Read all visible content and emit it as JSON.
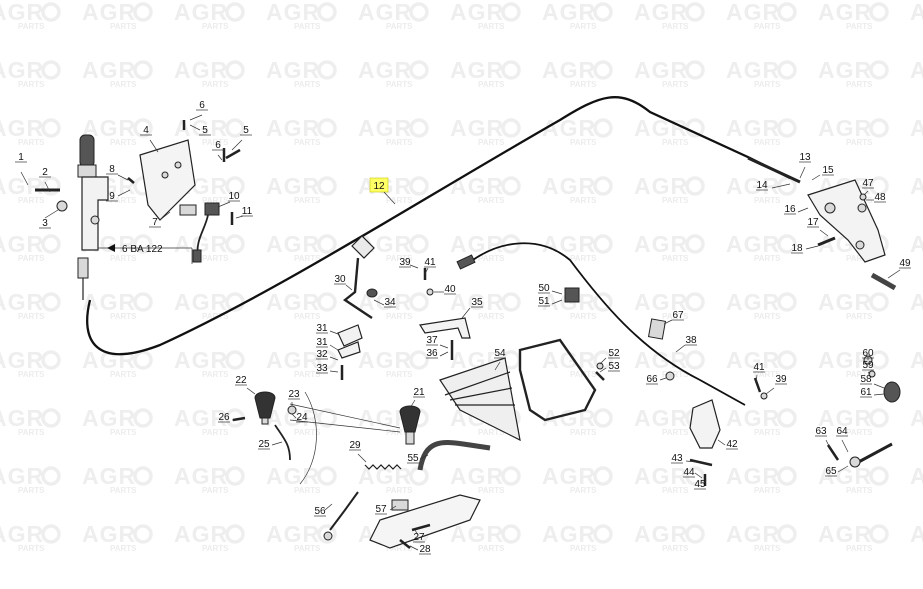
{
  "watermark": {
    "brand": "AGR",
    "sub": "PARTS"
  },
  "highlight_callout": "12",
  "reference_note": "6 BA 122",
  "callouts": [
    {
      "n": "1"
    },
    {
      "n": "2"
    },
    {
      "n": "3"
    },
    {
      "n": "4"
    },
    {
      "n": "5"
    },
    {
      "n": "5"
    },
    {
      "n": "6"
    },
    {
      "n": "6"
    },
    {
      "n": "7"
    },
    {
      "n": "8"
    },
    {
      "n": "9"
    },
    {
      "n": "10"
    },
    {
      "n": "11"
    },
    {
      "n": "13"
    },
    {
      "n": "14"
    },
    {
      "n": "15"
    },
    {
      "n": "16"
    },
    {
      "n": "17"
    },
    {
      "n": "18"
    },
    {
      "n": "49"
    },
    {
      "n": "47"
    },
    {
      "n": "48"
    },
    {
      "n": "39"
    },
    {
      "n": "41"
    },
    {
      "n": "40"
    },
    {
      "n": "30"
    },
    {
      "n": "34"
    },
    {
      "n": "35"
    },
    {
      "n": "50"
    },
    {
      "n": "51"
    },
    {
      "n": "31"
    },
    {
      "n": "31"
    },
    {
      "n": "32"
    },
    {
      "n": "33"
    },
    {
      "n": "37"
    },
    {
      "n": "36"
    },
    {
      "n": "67"
    },
    {
      "n": "38"
    },
    {
      "n": "52"
    },
    {
      "n": "53"
    },
    {
      "n": "54"
    },
    {
      "n": "66"
    },
    {
      "n": "41"
    },
    {
      "n": "39"
    },
    {
      "n": "60"
    },
    {
      "n": "59"
    },
    {
      "n": "58"
    },
    {
      "n": "61"
    },
    {
      "n": "22"
    },
    {
      "n": "23"
    },
    {
      "n": "26"
    },
    {
      "n": "24"
    },
    {
      "n": "25"
    },
    {
      "n": "21"
    },
    {
      "n": "29"
    },
    {
      "n": "55"
    },
    {
      "n": "42"
    },
    {
      "n": "43"
    },
    {
      "n": "44"
    },
    {
      "n": "45"
    },
    {
      "n": "63"
    },
    {
      "n": "64"
    },
    {
      "n": "65"
    },
    {
      "n": "56"
    },
    {
      "n": "57"
    },
    {
      "n": "27"
    },
    {
      "n": "28"
    }
  ]
}
